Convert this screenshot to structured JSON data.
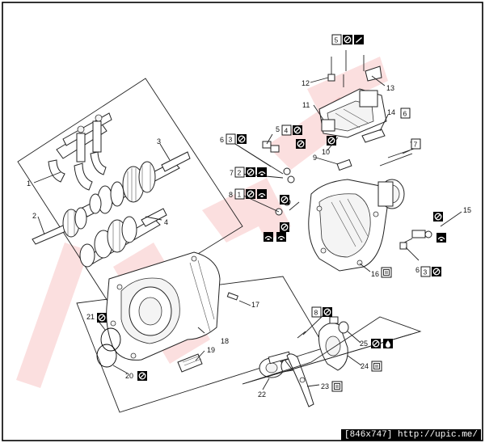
{
  "labels": {
    "n1": "1",
    "n2": "2",
    "n3": "3",
    "n4": "4",
    "n5": "5",
    "n6": "6",
    "n7": "7",
    "n8": "8",
    "n9": "9",
    "n10": "10",
    "n11": "11",
    "n12": "12",
    "n13": "13",
    "n14": "14",
    "n15": "15",
    "n16": "16",
    "n17": "17",
    "n18": "18",
    "n19": "19",
    "n20": "20",
    "n21": "21",
    "n22": "22",
    "n23": "23",
    "n24": "24",
    "n25": "25"
  },
  "boxes": {
    "b5": "5",
    "b4a": "4",
    "b3a": "3",
    "b2": "2",
    "b1": "1",
    "b6": "6",
    "b7": "7",
    "b8": "8",
    "b3b": "3"
  },
  "caption": "[846x747] http://upic.me/",
  "colors": {
    "watermark": "#e6191e",
    "line": "#222222",
    "frame": "#000000"
  },
  "icons": [
    "do-not-reuse-icon",
    "apply-grease-icon",
    "apply-sealant-icon",
    "apply-oil-icon",
    "tighten-torque-icon"
  ]
}
